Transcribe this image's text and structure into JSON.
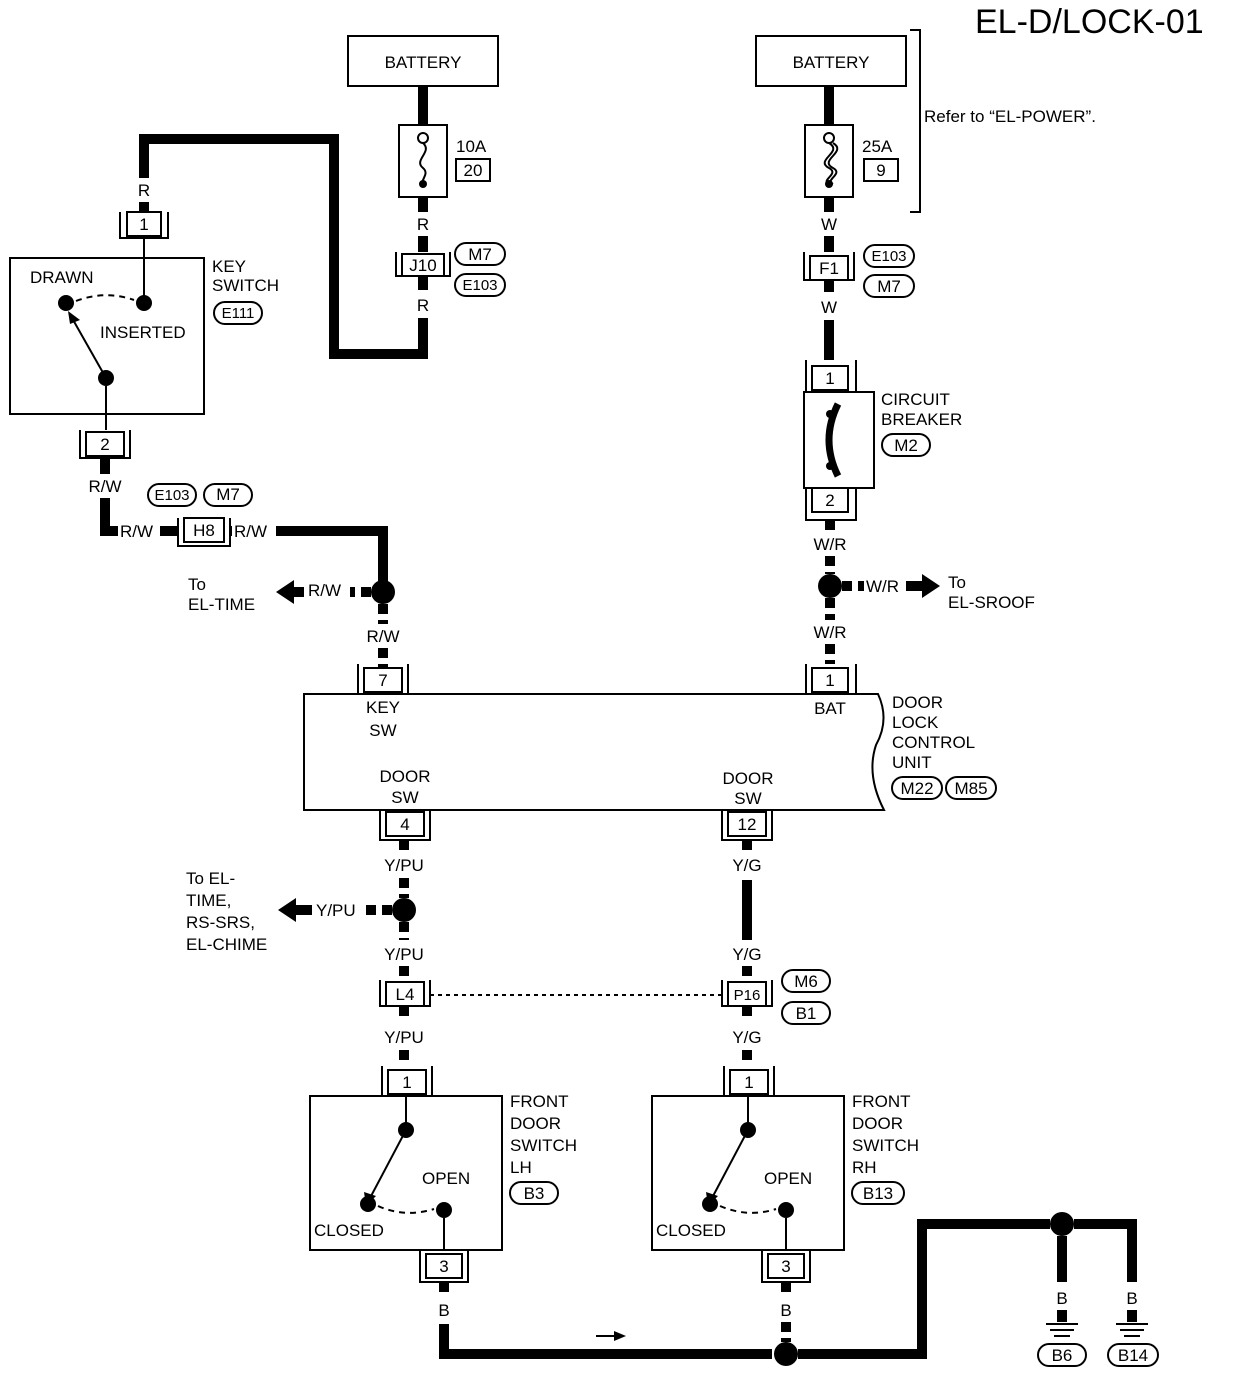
{
  "title": "EL-D/LOCK-01",
  "battery_label": "BATTERY",
  "fuse_left": {
    "amps": "10A",
    "number": "20"
  },
  "fuse_right": {
    "amps": "25A",
    "number": "9"
  },
  "refer_note": "Refer to “EL-POWER”.",
  "key_switch": {
    "label1": "KEY",
    "label2": "SWITCH",
    "ref": "E111",
    "drawn": "DRAWN",
    "inserted": "INSERTED",
    "pin_top": "1",
    "pin_bottom": "2"
  },
  "wires": {
    "R": "R",
    "RW": "R/W",
    "W": "W",
    "WR": "W/R",
    "YPU": "Y/PU",
    "YG": "Y/G",
    "B": "B"
  },
  "connectors": {
    "j10": "J10",
    "m7": "M7",
    "e103": "E103",
    "f1": "F1",
    "h8": "H8",
    "l4": "L4",
    "p16": "P16",
    "m6": "M6",
    "b1": "B1"
  },
  "circuit_breaker": {
    "label1": "CIRCUIT",
    "label2": "BREAKER",
    "ref": "M2",
    "pin_top": "1",
    "pin_bottom": "2"
  },
  "to_el_time": {
    "line1": "To",
    "line2": "EL-TIME"
  },
  "to_el_sroof": {
    "line1": "To",
    "line2": "EL-SROOF"
  },
  "to_multi": {
    "line1": "To EL-",
    "line2": "TIME,",
    "line3": "RS-SRS,",
    "line4": "EL-CHIME"
  },
  "control_unit": {
    "label1": "DOOR",
    "label2": "LOCK",
    "label3": "CONTROL",
    "label4": "UNIT",
    "ref1": "M22",
    "ref2": "M85",
    "pin7": "7",
    "pin1": "1",
    "pin4": "4",
    "pin12": "12",
    "key_sw1": "KEY",
    "key_sw2": "SW",
    "bat": "BAT",
    "door_sw1": "DOOR",
    "door_sw2": "SW"
  },
  "door_lh": {
    "label1": "FRONT",
    "label2": "DOOR",
    "label3": "SWITCH",
    "label4": "LH",
    "ref": "B3",
    "open": "OPEN",
    "closed": "CLOSED",
    "pin_top": "1",
    "pin_bottom": "3"
  },
  "door_rh": {
    "label1": "FRONT",
    "label2": "DOOR",
    "label3": "SWITCH",
    "label4": "RH",
    "ref": "B13",
    "open": "OPEN",
    "closed": "CLOSED",
    "pin_top": "1",
    "pin_bottom": "3"
  },
  "grounds": {
    "g1": "B6",
    "g2": "B14"
  }
}
